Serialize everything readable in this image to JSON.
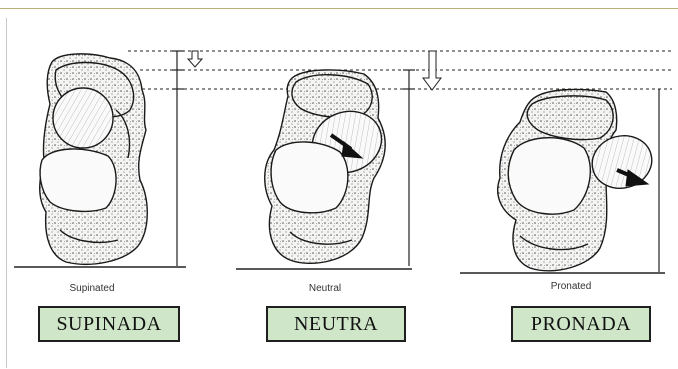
{
  "panels": [
    {
      "caption": "Supinated",
      "label": "SUPINADA"
    },
    {
      "caption": "Neutral",
      "label": "NEUTRA"
    },
    {
      "caption": "Pronated",
      "label": "PRONADA"
    }
  ],
  "colors": {
    "label_fill": "#cfe6c8",
    "label_border": "#1f1f1f",
    "ink": "#1a1a1a"
  }
}
